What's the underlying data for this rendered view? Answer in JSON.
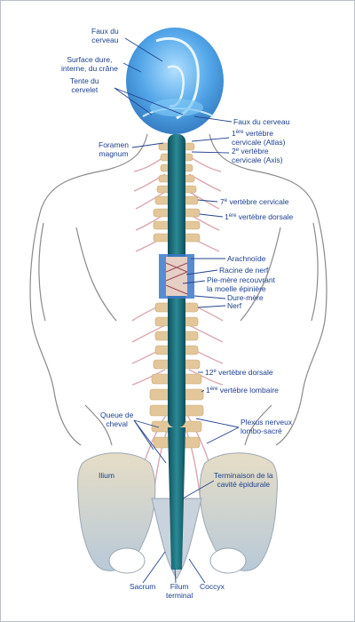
{
  "colors": {
    "label": "#1b3f8f",
    "leader": "#24458f",
    "skull": "#3f9ce6",
    "spinal_cord": "#1f6f7a",
    "bone": "#e3c79a",
    "nerves": "#d9a3ac",
    "outline": "#7f7f7f",
    "pelvis": "#bfcfdc"
  },
  "labels": {
    "faux_cerveau_top": [
      "Faux du",
      "cerveau"
    ],
    "surface_dure": [
      "Surface dure,",
      "interne, du crâne"
    ],
    "tente_cervelet": [
      "Tente du",
      "cervelet"
    ],
    "faux_cerveau_right": "Faux du cerveau",
    "premiere_cervicale": {
      "prefix": "1",
      "sup": "ère",
      "word": " vertèbre",
      "line2": "cervicale (Atlas)"
    },
    "deuxieme_cervicale": {
      "prefix": "2",
      "sup": "e",
      "word": " vertèbre",
      "line2": "cervicale (Axis)"
    },
    "foramen_magnum": [
      "Foramen",
      "magnum"
    ],
    "septieme_cervicale": {
      "prefix": "7",
      "sup": "e",
      "rest": " vertèbre cervicale"
    },
    "premiere_dorsale": {
      "prefix": "1",
      "sup": "ère",
      "rest": " vertèbre dorsale"
    },
    "arachnoide": "Arachnoïde",
    "racine_nerf": "Racine de nerf",
    "pie_mere": [
      "Pie-mère recouvrant",
      "la moelle épinière"
    ],
    "dure_mere": "Dure-mère",
    "nerf": "Nerf",
    "douzieme_dorsale": {
      "prefix": "12",
      "sup": "e",
      "rest": " vertèbre dorsale"
    },
    "premiere_lombaire": {
      "prefix": "1",
      "sup": "ère",
      "rest": " vertèbre lombaire"
    },
    "queue_cheval": [
      "Queue de",
      "cheval"
    ],
    "plexus": [
      "Plexus nerveux",
      "lombo-sacré"
    ],
    "ilium": "Ilium",
    "terminaison": [
      "Terminaison de la",
      "cavité épidurale"
    ],
    "sacrum": "Sacrum",
    "filum": [
      "Filum",
      "terminal"
    ],
    "coccyx": "Coccyx"
  }
}
